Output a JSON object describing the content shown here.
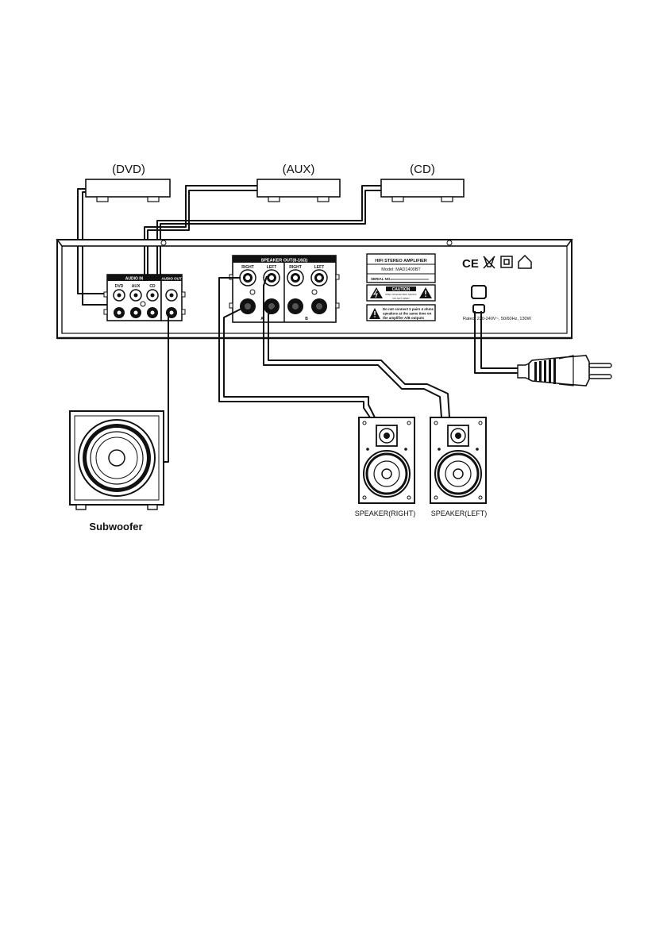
{
  "sources": {
    "dvd": "(DVD)",
    "aux": "(AUX)",
    "cd": "(CD)"
  },
  "amplifier": {
    "audio_in_title": "AUDIO IN",
    "audio_out_title": "AUDIO OUT",
    "input_dvd": "DVD",
    "input_aux": "AUX",
    "input_cd": "CD",
    "speaker_out_title": "SPEAKER OUT(8-16Ω)",
    "col_right_a": "RIGHT",
    "col_left_a": "LEFT",
    "col_right_b": "RIGHT",
    "col_left_b": "LEFT",
    "group_a": "A",
    "group_b": "B",
    "label_title": "HIFI STEREO AMPLIFIER",
    "label_model": "Model: MAD1400BT",
    "label_serial": "SERIAL NO.",
    "caution_title": "CAUTION",
    "caution_line1": "RISK OF ELECTRIC SHOCK",
    "caution_line2": "DO NOT OPEN",
    "warning_line1": "Do not connect 2 pairs 4 ohms",
    "warning_line2": "speakers at the same time on",
    "warning_line3": "the amplifier A/B outputs",
    "rated": "Rated: 220-240V~, 50/60Hz, 130W",
    "cert_ce": "CE"
  },
  "devices": {
    "subwoofer": "Subwoofer",
    "speaker_right": "SPEAKER(RIGHT)",
    "speaker_left": "SPEAKER(LEFT)"
  },
  "icons": [
    "ce-mark-icon",
    "weee-bin-icon",
    "double-insulation-icon",
    "indoor-use-icon",
    "caution-shock-icon",
    "warning-triangle-icon",
    "power-plug-icon"
  ]
}
